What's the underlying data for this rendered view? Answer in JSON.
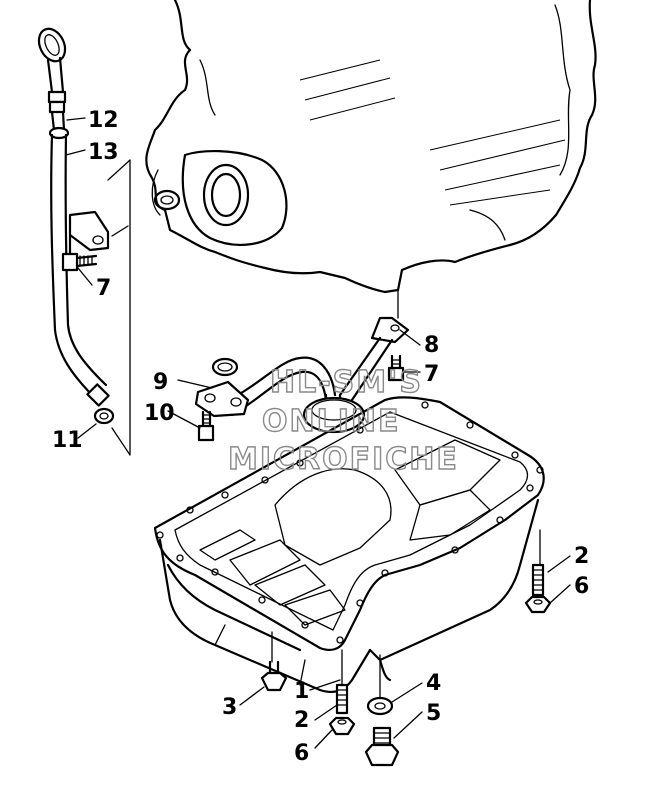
{
  "callouts": {
    "c12": "12",
    "c13": "13",
    "c7a": "7",
    "c11": "11",
    "c9": "9",
    "c10": "10",
    "c8": "8",
    "c7b": "7",
    "c2a": "2",
    "c6a": "6",
    "c3": "3",
    "c1": "1",
    "c2b": "2",
    "c6b": "6",
    "c4": "4",
    "c5": "5"
  },
  "watermark": {
    "line1": "HL-SM'S",
    "line2": "ONLINE",
    "line3": "MICROFICHE"
  }
}
